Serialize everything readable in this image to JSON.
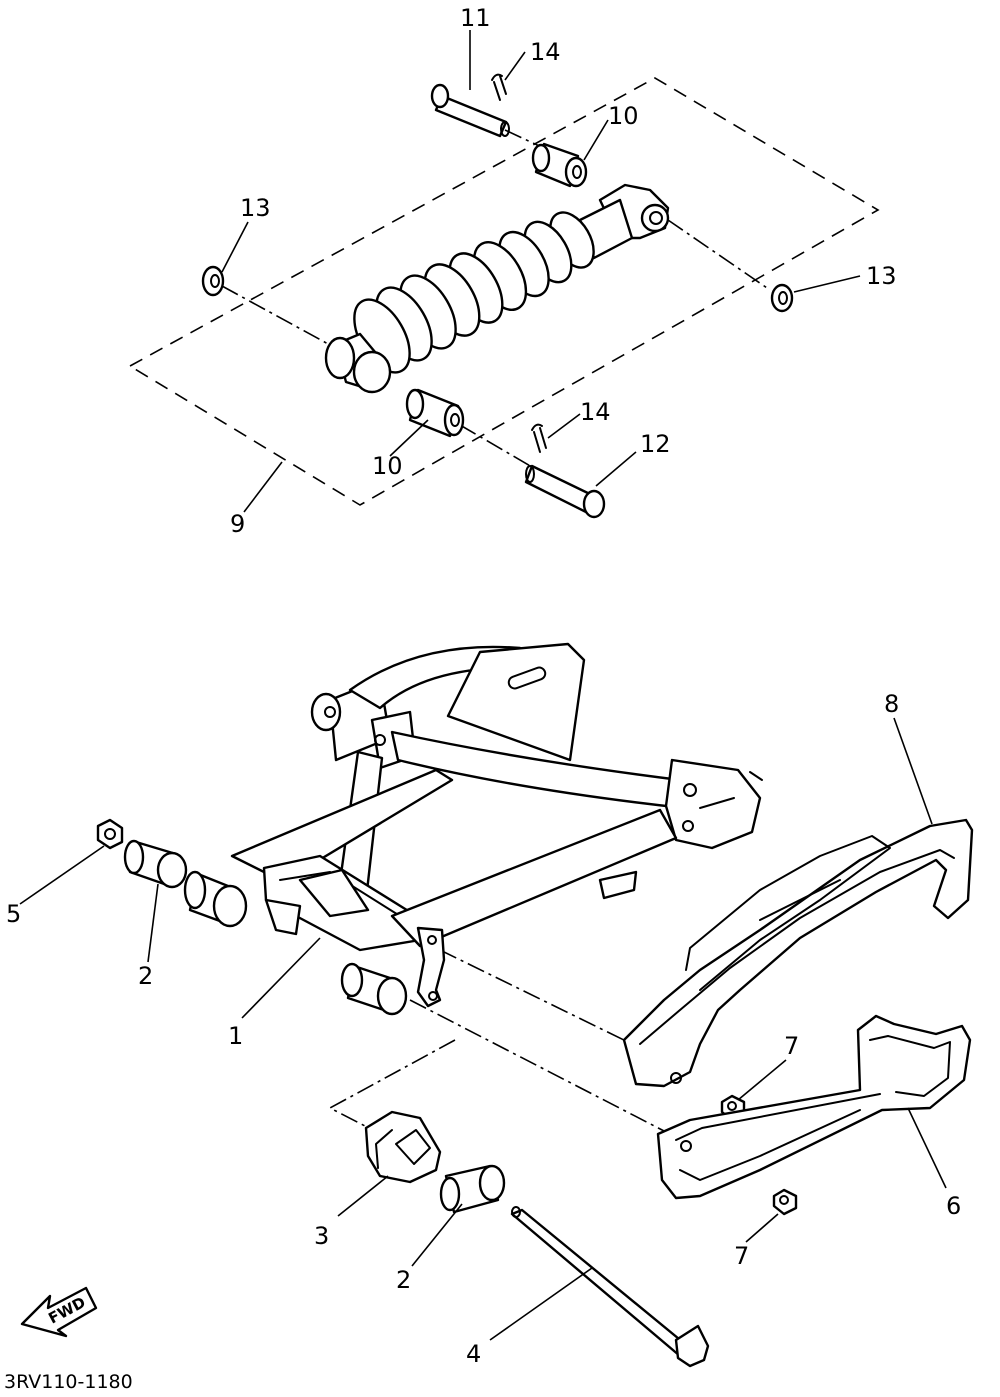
{
  "diagram_code": "3RV110-1180",
  "fwd_label": "FWD",
  "callouts": [
    {
      "id": "c11",
      "text": "11"
    },
    {
      "id": "c14a",
      "text": "14"
    },
    {
      "id": "c10a",
      "text": "10"
    },
    {
      "id": "c13a",
      "text": "13"
    },
    {
      "id": "c13b",
      "text": "13"
    },
    {
      "id": "c14b",
      "text": "14"
    },
    {
      "id": "c12",
      "text": "12"
    },
    {
      "id": "c10b",
      "text": "10"
    },
    {
      "id": "c9",
      "text": "9"
    },
    {
      "id": "c8",
      "text": "8"
    },
    {
      "id": "c5",
      "text": "5"
    },
    {
      "id": "c2a",
      "text": "2"
    },
    {
      "id": "c1",
      "text": "1"
    },
    {
      "id": "c7a",
      "text": "7"
    },
    {
      "id": "c3",
      "text": "3"
    },
    {
      "id": "c6",
      "text": "6"
    },
    {
      "id": "c2b",
      "text": "2"
    },
    {
      "id": "c7b",
      "text": "7"
    },
    {
      "id": "c4",
      "text": "4"
    }
  ]
}
